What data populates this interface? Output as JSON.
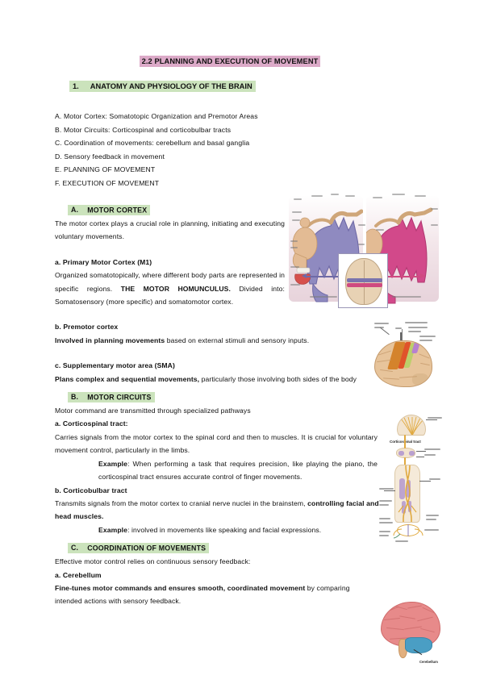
{
  "document": {
    "title": "2.2 PLANNING AND EXECUTION OF MOVEMENT",
    "title_highlight_color": "#dcaac8",
    "heading_highlight_color": "#cbe3bc"
  },
  "section1": {
    "number": "1.",
    "label": "ANATOMY AND PHYSIOLOGY OF THE BRAIN"
  },
  "outline": [
    "A. Motor Cortex: Somatotopic Organization and Premotor Areas",
    "B. Motor Circuits: Corticospinal and corticobulbar tracts",
    "C. Coordination of movements: cerebellum and basal ganglia",
    "D. Sensory feedback in movement",
    "E. PLANNING OF MOVEMENT",
    "F. EXECUTION OF MOVEMENT"
  ],
  "sectionA": {
    "letter": "A.",
    "label": "MOTOR CORTEX",
    "intro": "The motor cortex plays a crucial role in planning, initiating and executing voluntary movements.",
    "sub_a": {
      "heading": "a. Primary Motor Cortex (M1)",
      "text_part1": "Organized somatotopically, where different body parts are represented in specific regions. ",
      "text_bold": "THE MOTOR HOMUNCULUS.",
      "text_part2": " Divided into: Somatosensory (more specific) and somatomotor cortex."
    },
    "sub_b": {
      "heading": "b. Premotor cortex",
      "text_bold": "Involved in planning movements",
      "text_rest": " based on external stimuli and sensory inputs."
    },
    "sub_c": {
      "heading": "c. Supplementary motor area (SMA)",
      "text_bold": "Plans complex and sequential movements,",
      "text_rest": " particularly those involving both sides of the body"
    }
  },
  "sectionB": {
    "letter": "B.",
    "label": "MOTOR CIRCUITS",
    "intro": "Motor command are transmitted through specialized pathways",
    "sub_a": {
      "heading": "a. Corticospinal tract:",
      "text": "Carries signals from the motor cortex to the spinal cord and then to muscles. It is crucial for voluntary movement control, particularly in the limbs.",
      "example_label": "Example",
      "example_text": ": When performing a task that requires precision, like playing the piano, the corticospinal tract ensures accurate control of finger movements."
    },
    "sub_b": {
      "heading": "b. Corticobulbar tract",
      "text_normal": "Transmits signals from the motor cortex to cranial nerve nuclei in the brainstem, ",
      "text_bold": "controlling facial and head muscles.",
      "example_label": "Example",
      "example_text": ": involved in movements like speaking and facial expressions."
    }
  },
  "sectionC": {
    "letter": "C.",
    "label": "COORDINATION OF MOVEMENTS",
    "intro": "Effective motor control relies on continuous sensory feedback:",
    "sub_a": {
      "heading": "a. Cerebellum",
      "text_bold": "Fine-tunes motor commands and ensures smooth, coordinated movement",
      "text_rest": " by comparing intended actions with sensory feedback."
    }
  },
  "figures": {
    "homunculus": {
      "name": "motor and sensory homunculus coronal sections",
      "left_color": "#7a74ad",
      "right_color": "#cf4a80"
    },
    "motor_areas": {
      "name": "lateral brain view of motor areas",
      "premotor_color": "#d4832c",
      "m1_color": "#e0532a",
      "s1_color": "#bccf6b",
      "posterior_parietal_color": "#b681cf"
    },
    "corticospinal": {
      "name": "corticospinal tract pathway diagram",
      "title": "Corticospinal tract",
      "tract_color": "#e0a93f"
    },
    "cerebellum": {
      "name": "brain with cerebellum highlighted",
      "label": "Cerebellum",
      "brain_color": "#e78a8a",
      "cerebellum_color": "#4a9ec4"
    }
  }
}
